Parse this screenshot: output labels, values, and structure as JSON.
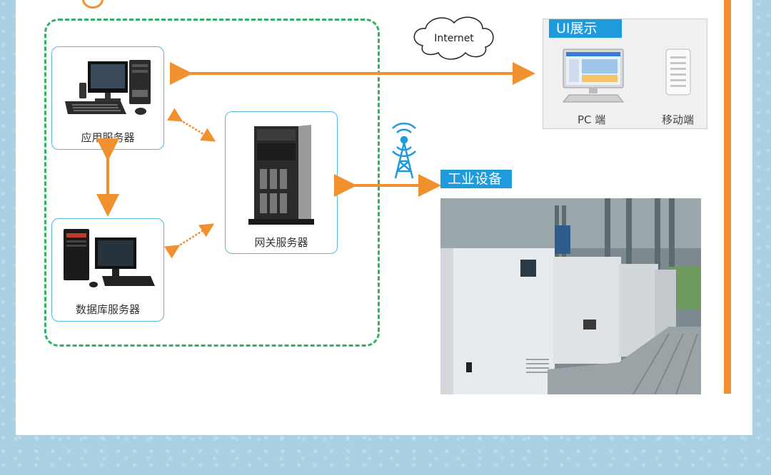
{
  "servers": {
    "app_label": "应用服务器",
    "db_label": "数据库服务器",
    "gateway_label": "网关服务器"
  },
  "cloud": {
    "label": "Internet"
  },
  "ui_display": {
    "title": "UI展示",
    "pc_label": "PC 端",
    "mobile_label": "移动端"
  },
  "industrial": {
    "title": "工业设备"
  },
  "colors": {
    "arrow": "#f0902e",
    "zone_border": "#2fb463",
    "box_border": "#55b5e4",
    "tag_bg": "#1e9bdc",
    "background": "#a9d1e2"
  }
}
